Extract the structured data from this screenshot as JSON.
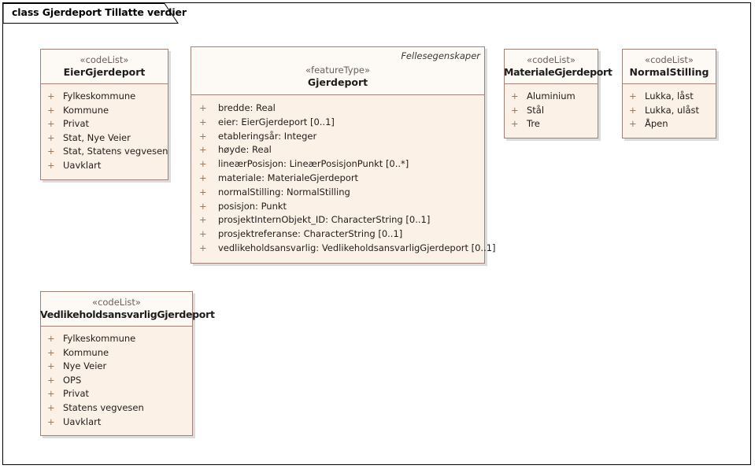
{
  "diagram": {
    "title": "class Gjerdeport Tillatte verdier",
    "colors": {
      "border": "#a18178",
      "header_fill": "#fdf9f5",
      "body_fill": "#fcf1e7",
      "shadow": "#dcdcdc",
      "text": "#1f1a18",
      "stereotype_text": "#6b5f58",
      "visibility_marker": "#9a7b60"
    }
  },
  "classes": {
    "eier_gjerdeport": {
      "stereotype": "«codeList»",
      "name": "EierGjerdeport",
      "literals": [
        {
          "visibility": "+",
          "text": "Fylkeskommune"
        },
        {
          "visibility": "+",
          "text": "Kommune"
        },
        {
          "visibility": "+",
          "text": "Privat"
        },
        {
          "visibility": "+",
          "text": "Stat, Nye Veier"
        },
        {
          "visibility": "+",
          "text": "Stat, Statens vegvesen"
        },
        {
          "visibility": "+",
          "text": "Uavklart"
        }
      ]
    },
    "gjerdeport": {
      "namespace": "Fellesegenskaper",
      "stereotype": "«featureType»",
      "name": "Gjerdeport",
      "attributes": [
        {
          "visibility": "+",
          "text": "bredde: Real"
        },
        {
          "visibility": "+",
          "text": "eier: EierGjerdeport [0..1]"
        },
        {
          "visibility": "+",
          "text": "etableringsår: Integer"
        },
        {
          "visibility": "+",
          "text": "høyde: Real"
        },
        {
          "visibility": "+",
          "text": "lineærPosisjon: LineærPosisjonPunkt [0..*]"
        },
        {
          "visibility": "+",
          "text": "materiale: MaterialeGjerdeport"
        },
        {
          "visibility": "+",
          "text": "normalStilling: NormalStilling"
        },
        {
          "visibility": "+",
          "text": "posisjon: Punkt"
        },
        {
          "visibility": "+",
          "text": "prosjektInternObjekt_ID: CharacterString [0..1]"
        },
        {
          "visibility": "+",
          "text": "prosjektreferanse: CharacterString [0..1]"
        },
        {
          "visibility": "+",
          "text": "vedlikeholdsansvarlig: VedlikeholdsansvarligGjerdeport [0..1]"
        }
      ]
    },
    "materiale_gjerdeport": {
      "stereotype": "«codeList»",
      "name": "MaterialeGjerdeport",
      "literals": [
        {
          "visibility": "+",
          "text": "Aluminium"
        },
        {
          "visibility": "+",
          "text": "Stål"
        },
        {
          "visibility": "+",
          "text": "Tre"
        }
      ]
    },
    "normal_stilling": {
      "stereotype": "«codeList»",
      "name": "NormalStilling",
      "literals": [
        {
          "visibility": "+",
          "text": "Lukka, låst"
        },
        {
          "visibility": "+",
          "text": "Lukka, ulåst"
        },
        {
          "visibility": "+",
          "text": "Åpen"
        }
      ]
    },
    "vedlikeholdsansvarlig_gjerdeport": {
      "stereotype": "«codeList»",
      "name": "VedlikeholdsansvarligGjerdeport",
      "literals": [
        {
          "visibility": "+",
          "text": "Fylkeskommune"
        },
        {
          "visibility": "+",
          "text": "Kommune"
        },
        {
          "visibility": "+",
          "text": "Nye Veier"
        },
        {
          "visibility": "+",
          "text": "OPS"
        },
        {
          "visibility": "+",
          "text": "Privat"
        },
        {
          "visibility": "+",
          "text": "Statens vegvesen"
        },
        {
          "visibility": "+",
          "text": "Uavklart"
        }
      ]
    }
  }
}
